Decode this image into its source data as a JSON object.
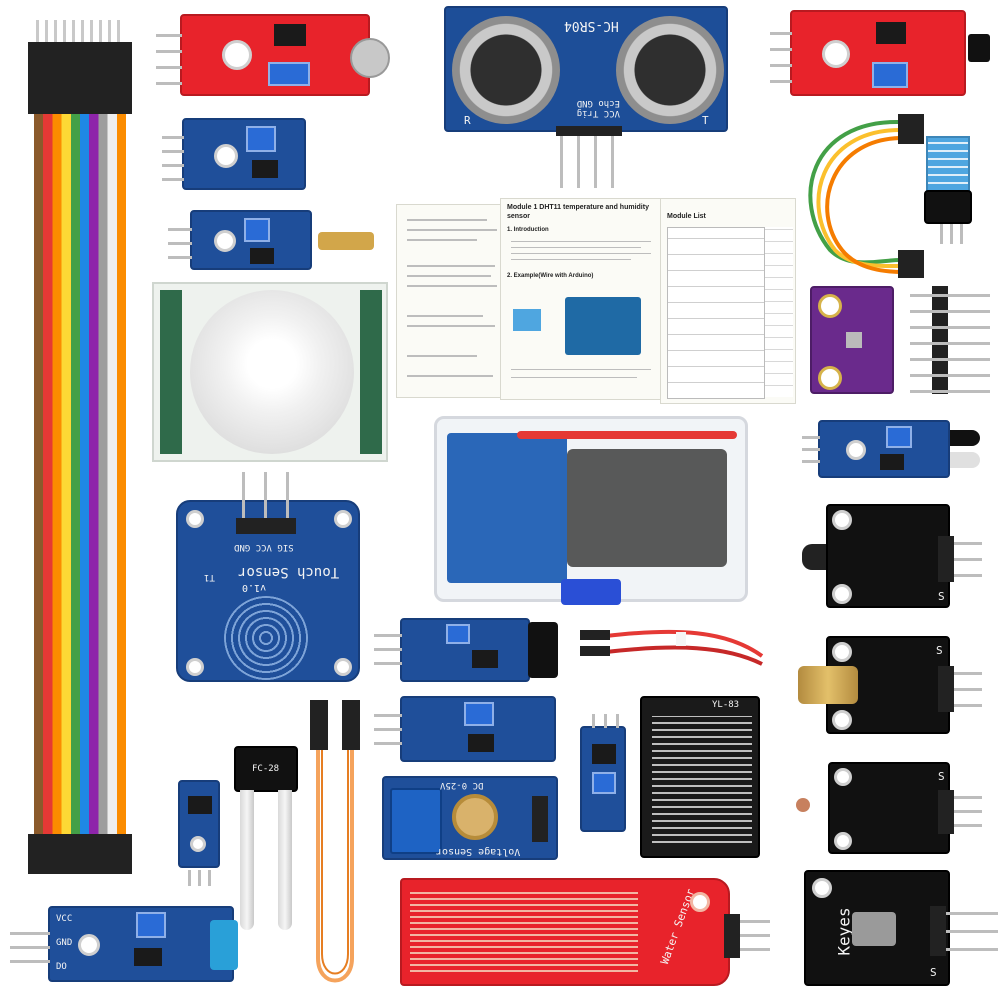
{
  "silkscreen": {
    "ultrasonic_model": "HC-SR04",
    "ultrasonic_r": "R",
    "ultrasonic_t": "T",
    "ultrasonic_pins": "VCC Trig Echo GND",
    "touch_title": "Touch Sensor",
    "touch_version": "v1.0",
    "touch_pins": "SIG VCC GND",
    "touch_t1": "T1",
    "voltage_title": "Voltage Sensor",
    "voltage_range": "DC 0-25V",
    "rain_label": "YL-83",
    "soil_label": "FC-28",
    "water_label": "Water Sensor",
    "ky_s": "S",
    "ky_keyes": "Keyes",
    "module_vcc": "VCC",
    "module_gnd": "GND",
    "module_do": "DO"
  },
  "manual": {
    "page1_heading": "Module 1 DHT11 temperature and humidity sensor",
    "page1_section": "1. Introduction",
    "page1_example": "2. Example(Wire with Arduino)",
    "page2_heading": "Module List"
  },
  "colors": {
    "pcb_blue": "#1f4f9a",
    "pcb_red": "#e8232b",
    "pcb_black": "#111111",
    "pcb_purple": "#6a2a8c",
    "dupont_rainbow": [
      "#8b5a2b",
      "#e53935",
      "#fb8c00",
      "#fdd835",
      "#43a047",
      "#1e88e5",
      "#8e24aa",
      "#9e9e9e",
      "#f5f5f5",
      "#222222"
    ]
  }
}
